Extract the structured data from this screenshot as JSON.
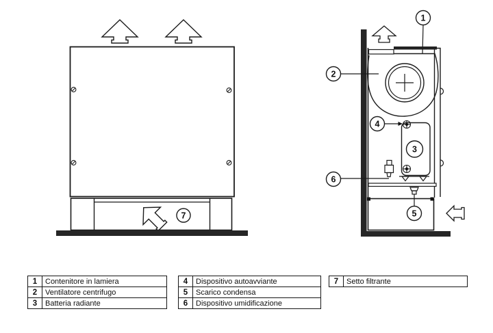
{
  "callouts": {
    "c1": "1",
    "c2": "2",
    "c3": "3",
    "c4": "4",
    "c5": "5",
    "c6": "6",
    "c7": "7"
  },
  "legend": {
    "col1": [
      {
        "num": "1",
        "label": "Contenitore in lamiera"
      },
      {
        "num": "2",
        "label": "Ventilatore centrifugo"
      },
      {
        "num": "3",
        "label": "Batteria radiante"
      }
    ],
    "col2": [
      {
        "num": "4",
        "label": "Dispositivo autoavviante"
      },
      {
        "num": "5",
        "label": "Scarico condensa"
      },
      {
        "num": "6",
        "label": "Dispositivo umidificazione"
      }
    ],
    "col3": [
      {
        "num": "7",
        "label": "Setto filtrante"
      }
    ]
  },
  "colors": {
    "line": "#1b1b1b",
    "solid_bar": "#262626",
    "background": "#ffffff"
  }
}
